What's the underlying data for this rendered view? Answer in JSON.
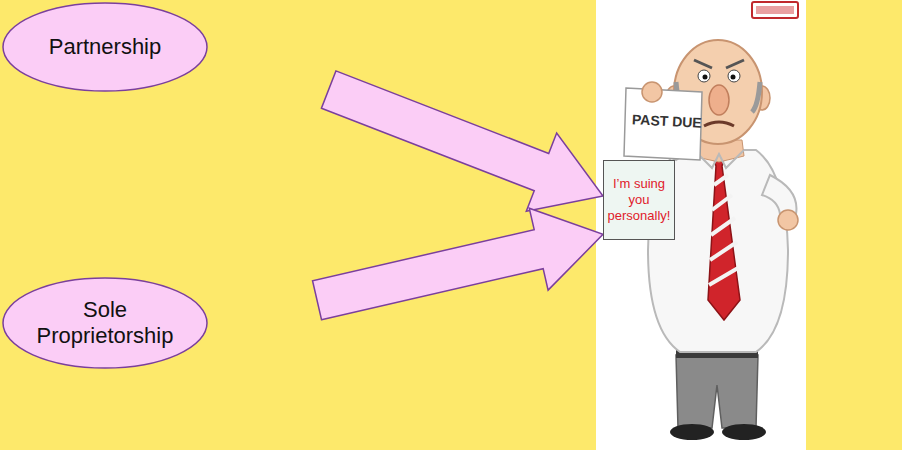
{
  "diagram": {
    "nodes": [
      {
        "text": [
          "Partnership"
        ]
      },
      {
        "text": [
          "Sole Proprietorship"
        ]
      },
      {
        "text": [
          "I’m suing you personally!"
        ]
      }
    ],
    "edges": [
      {
        "from": 0,
        "to": 2,
        "arrow": "to"
      },
      {
        "from": 1,
        "to": 2,
        "arrow": "to"
      }
    ],
    "labels": [
      "PAST DUE"
    ]
  }
}
